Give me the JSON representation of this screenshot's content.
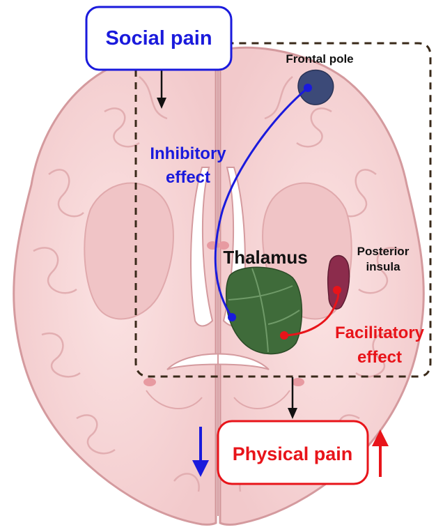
{
  "labels": {
    "social_pain": "Social pain",
    "frontal_pole": "Frontal pole",
    "inhibitory_line1": "Inhibitory",
    "inhibitory_line2": "effect",
    "thalamus": "Thalamus",
    "posterior_line1": "Posterior",
    "posterior_line2": "insula",
    "facilitatory_line1": "Facilitatory",
    "facilitatory_line2": "effect",
    "physical_pain": "Physical pain"
  },
  "colors": {
    "inhibitory_blue": "#1a1adc",
    "facilitatory_red": "#e8141a",
    "brain_fill": "#f6d6d7",
    "brain_outline": "#d9a0a3",
    "thalamus_green": "#3f6b3a",
    "insula_purple": "#8c2c4c",
    "frontal_pole_navy": "#3c4a78",
    "region_border": "#3a2a1a"
  },
  "icons": {
    "down_arrow_blue": "arrow-down-icon",
    "up_arrow_red": "arrow-up-icon"
  }
}
